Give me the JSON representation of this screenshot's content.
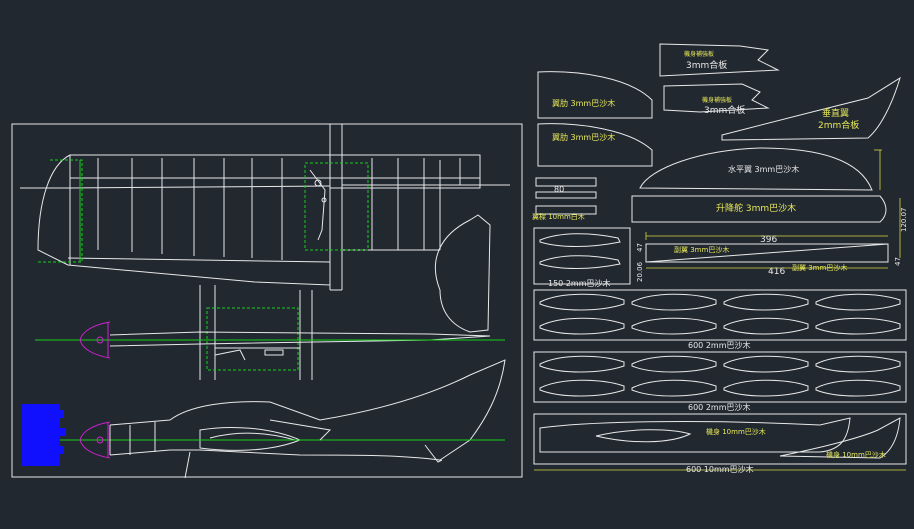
{
  "parts": {
    "p1": "機身補強板",
    "p1b": "3mm合板",
    "p2": "機身補強板",
    "p2b": "3mm合板",
    "wing1": "翼肋 3mm巴沙木",
    "wing2": "翼肋 3mm巴沙木",
    "fin": "垂直翼",
    "fin_b": "2mm合板",
    "hstab": "水平翼 3mm巴沙木",
    "elev": "升降舵 3mm巴沙木",
    "spar": "翼樑 10mm白木",
    "aileron1": "副翼 3mm巴沙木",
    "aileron2": "副翼 3mm巴沙木",
    "fuse1": "機身 10mm巴沙木",
    "fuse2": "機身 10mm巴沙木"
  },
  "dims": {
    "d80": "80",
    "d396": "396",
    "d416": "416",
    "d150": "150 2mm巴沙木",
    "d600a": "600 2mm巴沙木",
    "d600b": "600 2mm巴沙木",
    "d600c": "600 10mm巴沙木",
    "d2006": "20.06",
    "d47a": "47",
    "d47b": "47",
    "d12007": "120.07"
  },
  "colors": {
    "background": "#212830",
    "lines": "#e8e8e8",
    "green": "#16d016",
    "label": "#e8e858",
    "magenta": "#d020d0",
    "blue": "#1010ff"
  }
}
